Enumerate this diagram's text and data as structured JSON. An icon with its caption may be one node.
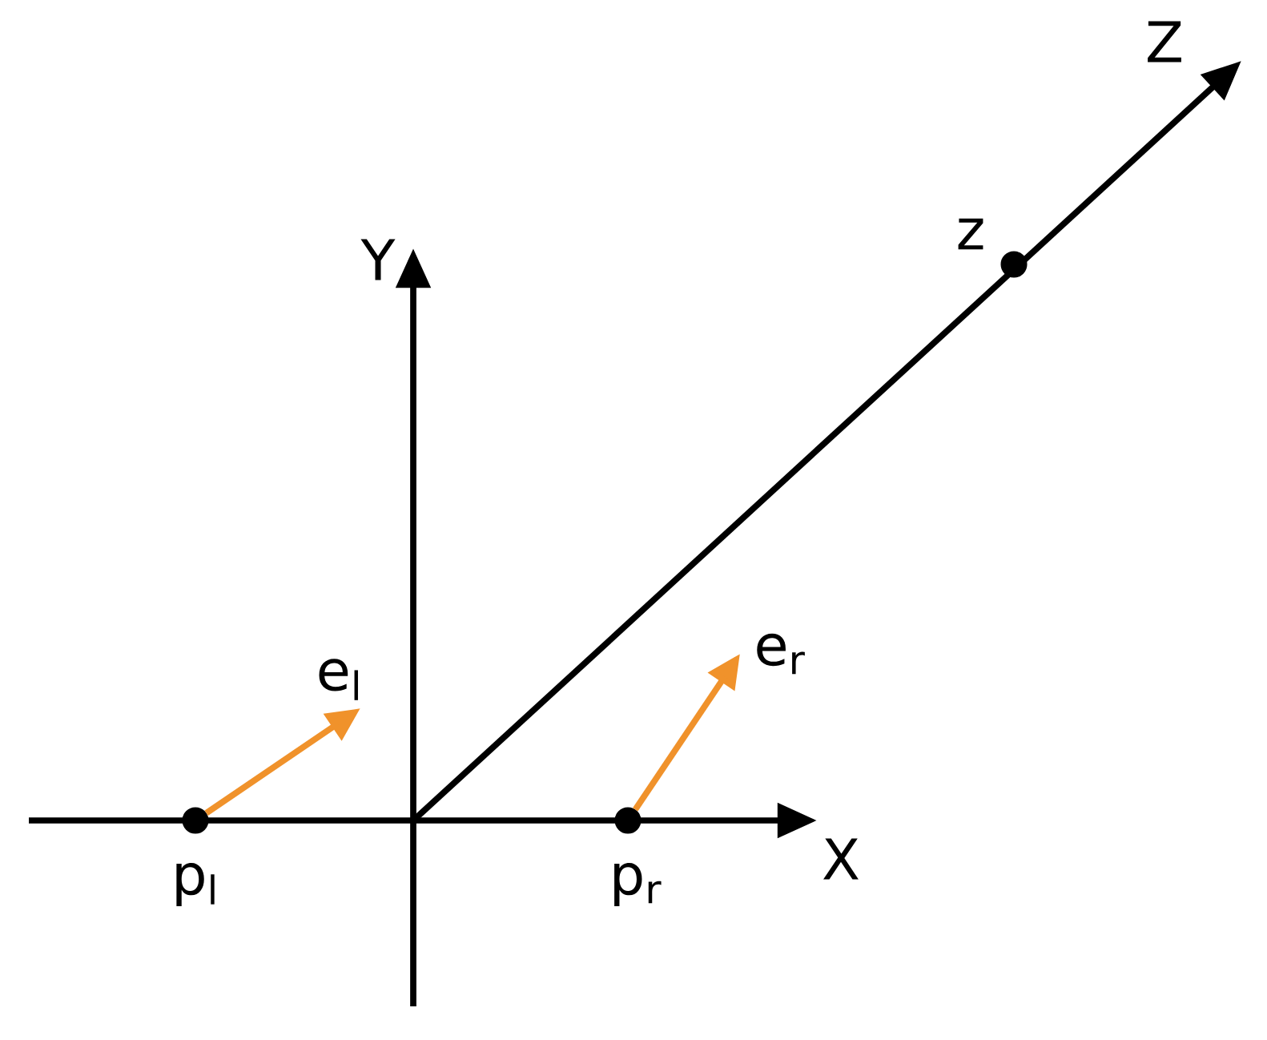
{
  "diagram": {
    "nodes": [
      {
        "text": [],
        "shape": "circle",
        "beside": [
          "p$_{l}$"
        ]
      },
      {
        "text": [],
        "shape": "circle",
        "beside": [
          "p$_{r}$"
        ]
      },
      {
        "text": [],
        "shape": "circle",
        "beside": [
          "z"
        ]
      }
    ],
    "edges": [
      {
        "from": 0,
        "to": null,
        "arrow": "to",
        "label": "e$_{l}$",
        "color": "#f0922b"
      },
      {
        "from": 1,
        "to": null,
        "arrow": "to",
        "label": "e$_{r}$",
        "color": "#f0922b"
      }
    ],
    "labels": [
      "Z",
      "Y",
      "X"
    ]
  }
}
